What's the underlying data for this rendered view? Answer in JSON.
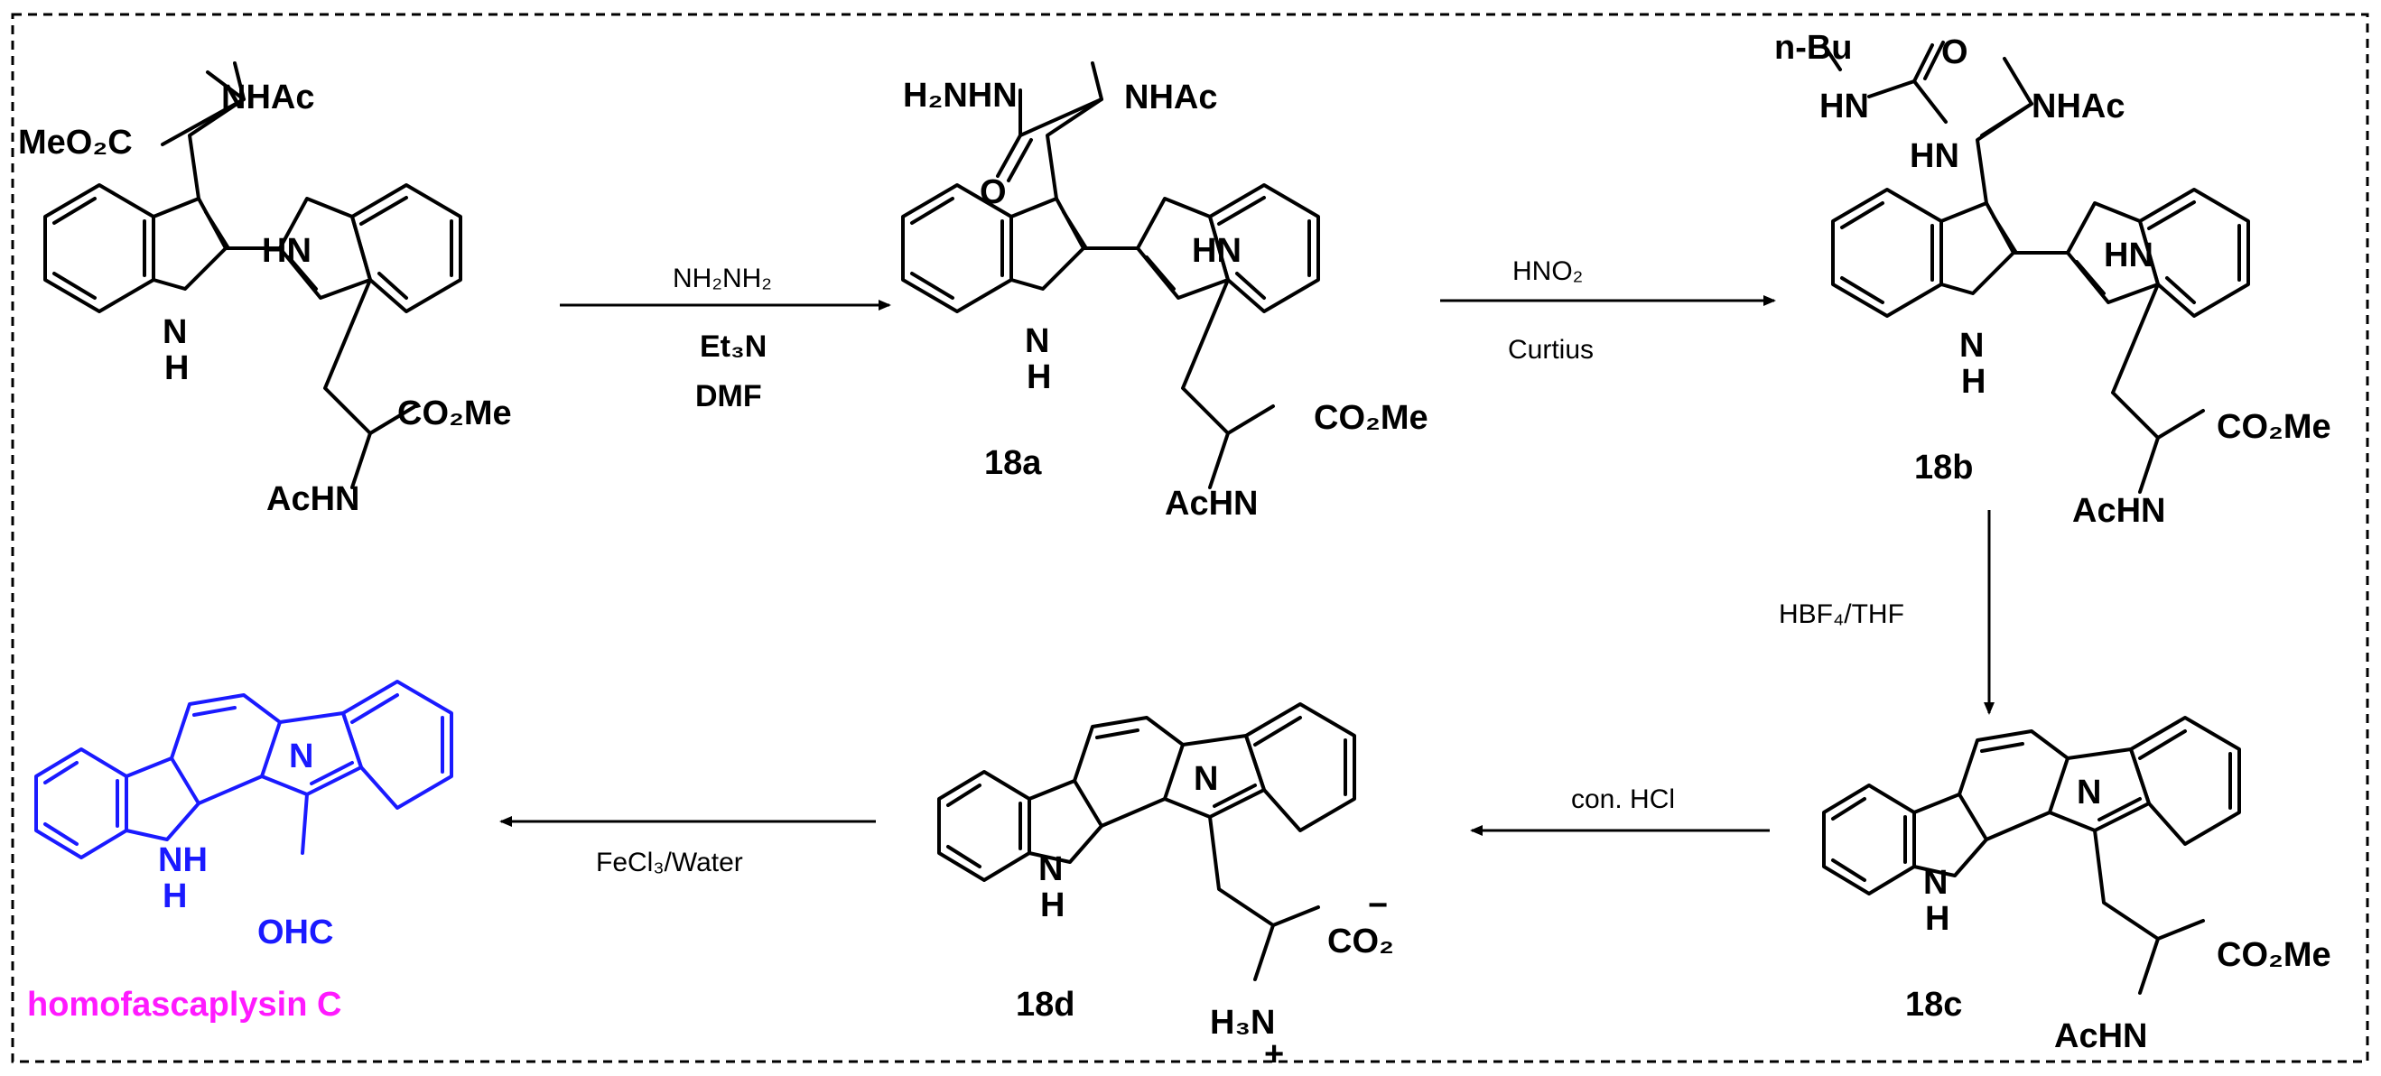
{
  "scheme": {
    "reagents": {
      "step1_line1": "NH₂NH₂",
      "step1_line2": "Et₃N",
      "step1_line3": "DMF",
      "step2_line1": "HNO₂",
      "step2_line2": "Curtius",
      "step3": "HBF₄/THF",
      "step4": "con. HCl",
      "step5": "FeCl₃/Water"
    },
    "compound_labels": {
      "c18a": "18a",
      "c18b": "18b",
      "c18c": "18c",
      "c18d": "18d",
      "product": "homofascaplysin C"
    },
    "atoms": {
      "nhac": "NHAc",
      "acnh": "AcHN",
      "meo2c": "MeO₂C",
      "co2me": "CO₂Me",
      "hn": "HN",
      "nh": "NH",
      "n": "N",
      "h": "H",
      "o": "O",
      "h2nhn": "H₂NHN",
      "nbu": "n-Bu",
      "co2": "CO₂",
      "minus": "−",
      "h3n": "H₃N",
      "plus": "+",
      "ohc": "OHC"
    },
    "colors": {
      "product_structure": "#1a1aff",
      "product_name": "#ff1aff",
      "default": "#000000"
    }
  }
}
